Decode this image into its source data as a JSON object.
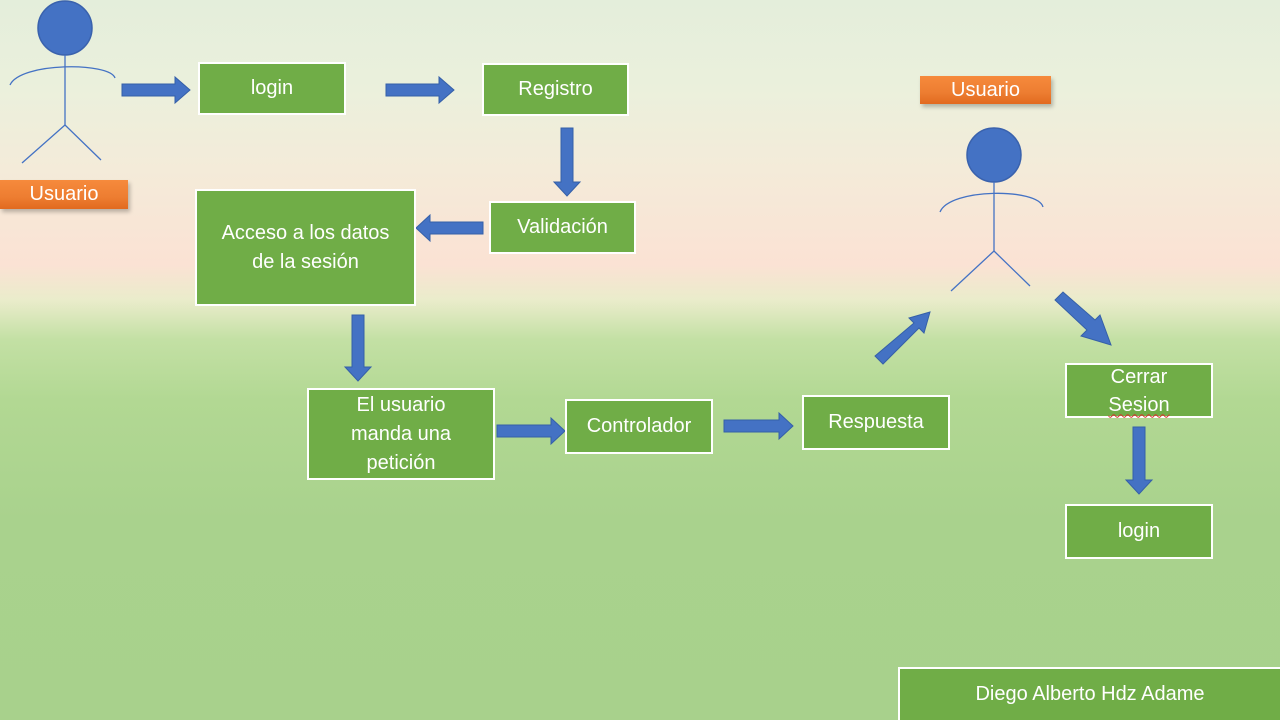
{
  "slide": {
    "actor_label_left": "Usuario",
    "actor_label_right": "Usuario",
    "boxes": {
      "login_top": "login",
      "registro": "Registro",
      "validacion": "Validación",
      "acceso": [
        "Acceso a los datos",
        "de la sesión"
      ],
      "peticion": [
        "El usuario",
        "manda una",
        "petición"
      ],
      "controlador": "Controlador",
      "respuesta": "Respuesta",
      "cerrar": [
        "Cerrar",
        "Sesion"
      ],
      "login_bottom": "login"
    },
    "author": "Diego Alberto Hdz Adame"
  },
  "colors": {
    "box_fill": "#70ad47",
    "box_border": "#ffffff",
    "arrow_fill": "#4472c4",
    "actor_fill": "#4472c4",
    "label_fill": "#ed7d31"
  },
  "icons": [
    "stick-figure-actor",
    "arrow-right",
    "arrow-down",
    "arrow-left",
    "arrow-diagonal"
  ]
}
